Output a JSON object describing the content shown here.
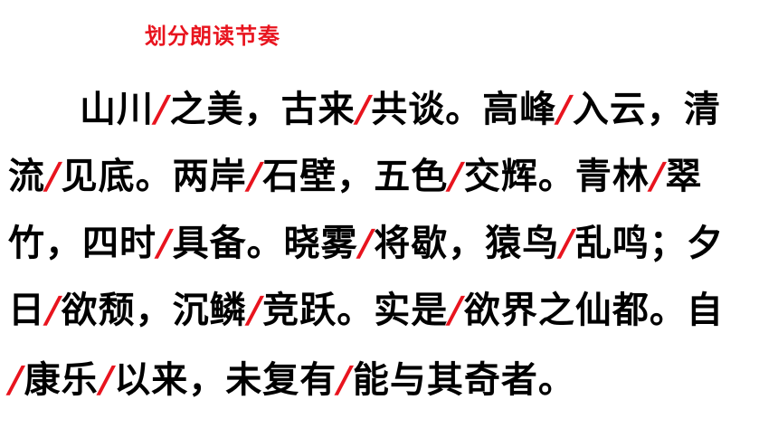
{
  "slide": {
    "title": "划分朗读节奏",
    "separator": "/",
    "colors": {
      "text": "#000000",
      "accent": "#e8141e",
      "background": "#ffffff"
    },
    "lines": [
      [
        "山川",
        "之美，古来",
        "共谈。高峰",
        "入云，清"
      ],
      [
        "流",
        "见底。两岸",
        "石壁，五色",
        "交辉。青林",
        "翠"
      ],
      [
        "竹，四时",
        "具备。晓雾",
        "将歇，猿鸟",
        "乱鸣；夕"
      ],
      [
        "日",
        "欲颓，沉鳞",
        "竞跃。实是",
        "欲界之仙都。自"
      ],
      [
        "",
        "康乐",
        "以来，未复有",
        "能与其奇者。"
      ]
    ]
  }
}
